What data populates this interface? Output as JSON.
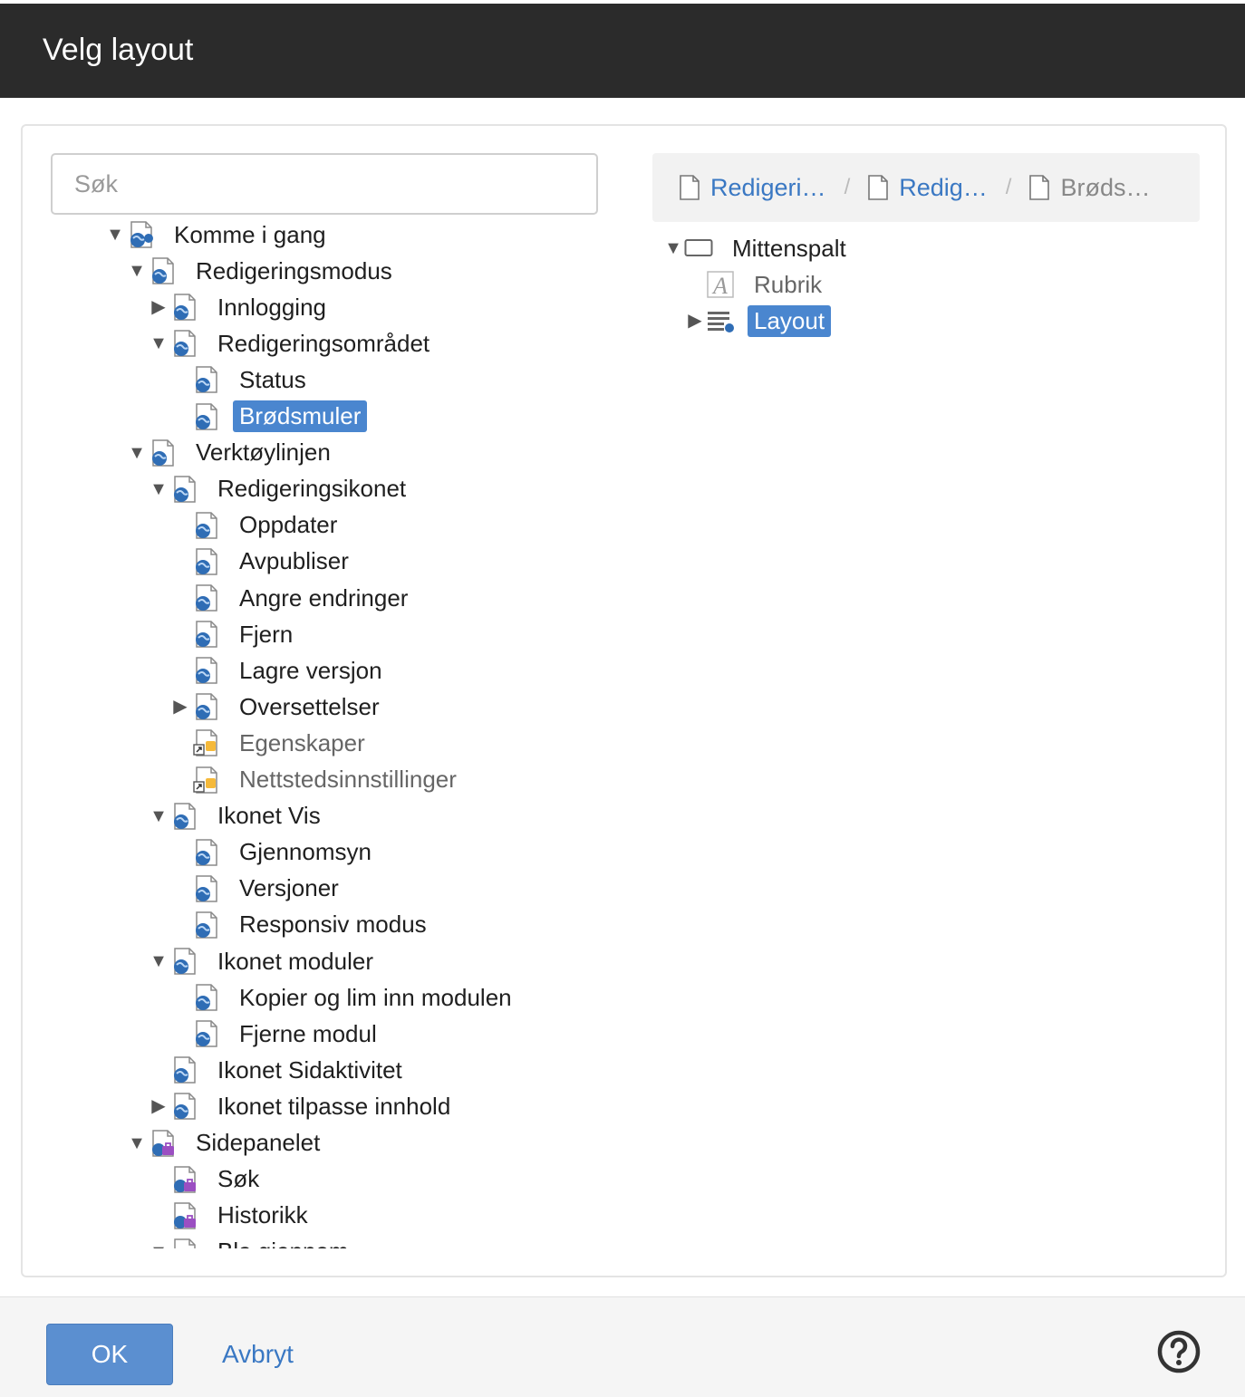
{
  "dialog": {
    "title": "Velg layout"
  },
  "search": {
    "placeholder": "Søk"
  },
  "left_tree": [
    {
      "label": "Komme i gang",
      "depth": 0,
      "toggle": "expanded",
      "icon": "site-globe-icon"
    },
    {
      "label": "Redigeringsmodus",
      "depth": 1,
      "toggle": "expanded",
      "icon": "page-globe-icon"
    },
    {
      "label": "Innlogging",
      "depth": 2,
      "toggle": "collapsed",
      "icon": "page-globe-icon"
    },
    {
      "label": "Redigeringsområdet",
      "depth": 2,
      "toggle": "expanded",
      "icon": "page-globe-icon"
    },
    {
      "label": "Status",
      "depth": 3,
      "toggle": "none",
      "icon": "page-globe-icon"
    },
    {
      "label": "Brødsmuler",
      "depth": 3,
      "toggle": "none",
      "icon": "page-globe-icon",
      "selected": true
    },
    {
      "label": "Verktøylinjen",
      "depth": 1,
      "toggle": "expanded",
      "icon": "page-globe-icon"
    },
    {
      "label": "Redigeringsikonet",
      "depth": 2,
      "toggle": "expanded",
      "icon": "page-globe-icon"
    },
    {
      "label": "Oppdater",
      "depth": 3,
      "toggle": "none",
      "icon": "page-globe-icon"
    },
    {
      "label": "Avpubliser",
      "depth": 3,
      "toggle": "none",
      "icon": "page-globe-icon"
    },
    {
      "label": "Angre endringer",
      "depth": 3,
      "toggle": "none",
      "icon": "page-globe-icon"
    },
    {
      "label": "Fjern",
      "depth": 3,
      "toggle": "none",
      "icon": "page-globe-icon"
    },
    {
      "label": "Lagre versjon",
      "depth": 3,
      "toggle": "none",
      "icon": "page-globe-icon"
    },
    {
      "label": "Oversettelser",
      "depth": 3,
      "toggle": "collapsed",
      "icon": "page-globe-icon"
    },
    {
      "label": "Egenskaper",
      "depth": 3,
      "toggle": "none",
      "icon": "shortcut-page-icon",
      "dim": true
    },
    {
      "label": "Nettstedsinnstillinger",
      "depth": 3,
      "toggle": "none",
      "icon": "shortcut-page-icon",
      "dim": true
    },
    {
      "label": "Ikonet Vis",
      "depth": 2,
      "toggle": "expanded",
      "icon": "page-globe-icon"
    },
    {
      "label": "Gjennomsyn",
      "depth": 3,
      "toggle": "none",
      "icon": "page-globe-icon"
    },
    {
      "label": "Versjoner",
      "depth": 3,
      "toggle": "none",
      "icon": "page-globe-icon"
    },
    {
      "label": "Responsiv modus",
      "depth": 3,
      "toggle": "none",
      "icon": "page-globe-icon"
    },
    {
      "label": "Ikonet moduler",
      "depth": 2,
      "toggle": "expanded",
      "icon": "page-globe-icon"
    },
    {
      "label": "Kopier og lim inn modulen",
      "depth": 3,
      "toggle": "none",
      "icon": "page-globe-icon"
    },
    {
      "label": "Fjerne modul",
      "depth": 3,
      "toggle": "none",
      "icon": "page-globe-icon"
    },
    {
      "label": "Ikonet Sidaktivitet",
      "depth": 2,
      "toggle": "none",
      "icon": "page-globe-icon"
    },
    {
      "label": "Ikonet tilpasse innhold",
      "depth": 2,
      "toggle": "collapsed",
      "icon": "page-globe-icon"
    },
    {
      "label": "Sidepanelet",
      "depth": 1,
      "toggle": "expanded",
      "icon": "page-toolbox-icon"
    },
    {
      "label": "Søk",
      "depth": 2,
      "toggle": "none",
      "icon": "page-toolbox-icon"
    },
    {
      "label": "Historikk",
      "depth": 2,
      "toggle": "none",
      "icon": "page-toolbox-icon"
    },
    {
      "label": "Bla gjennom",
      "depth": 2,
      "toggle": "expanded",
      "icon": "page-toolbox-icon"
    }
  ],
  "breadcrumb": [
    {
      "label": "Redigeri…",
      "link": true
    },
    {
      "label": "Redig…",
      "link": true
    },
    {
      "label": "Brøds…",
      "link": false
    }
  ],
  "breadcrumb_separator": "/",
  "right_tree": [
    {
      "label": "Mittenspalt",
      "depth": 0,
      "toggle": "expanded",
      "icon": "region-icon"
    },
    {
      "label": "Rubrik",
      "depth": 1,
      "toggle": "none",
      "icon": "heading-module-icon",
      "dim": true
    },
    {
      "label": "Layout",
      "depth": 1,
      "toggle": "collapsed",
      "icon": "layout-module-icon",
      "selected": true
    }
  ],
  "footer": {
    "ok_label": "OK",
    "cancel_label": "Avbryt",
    "help_icon": "help-circle-icon"
  },
  "colors": {
    "titlebar": "#2b2b2b",
    "selection": "#4a86cf",
    "link": "#3a78c3",
    "ok_button": "#5b8fd0"
  }
}
